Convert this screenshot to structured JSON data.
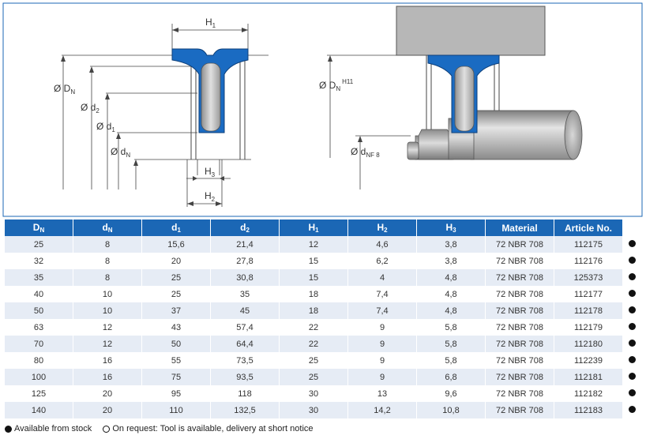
{
  "dimension_labels": {
    "H1": {
      "main": "H",
      "sub": "1"
    },
    "H2": {
      "main": "H",
      "sub": "2"
    },
    "H3": {
      "main": "H",
      "sub": "3"
    },
    "DN": {
      "main": "Ø D",
      "sub": "N"
    },
    "d2": {
      "main": "Ø d",
      "sub": "2"
    },
    "d1": {
      "main": "Ø d",
      "sub": "1"
    },
    "dN": {
      "main": "Ø d",
      "sub": "N"
    },
    "DN_H11": {
      "main": "Ø D",
      "sub": "N",
      "sup": "H11"
    },
    "dNF8": {
      "main": "Ø d",
      "sub": "NF 8"
    }
  },
  "table": {
    "headers": [
      {
        "main": "D",
        "sub": "N"
      },
      {
        "main": "d",
        "sub": "N"
      },
      {
        "main": "d",
        "sub": "1"
      },
      {
        "main": "d",
        "sub": "2"
      },
      {
        "main": "H",
        "sub": "1"
      },
      {
        "main": "H",
        "sub": "2"
      },
      {
        "main": "H",
        "sub": "3"
      },
      {
        "main": "Material",
        "sub": ""
      },
      {
        "main": "Article No.",
        "sub": ""
      }
    ],
    "rows": [
      [
        "25",
        "8",
        "15,6",
        "21,4",
        "12",
        "4,6",
        "3,8",
        "72 NBR 708",
        "112175"
      ],
      [
        "32",
        "8",
        "20",
        "27,8",
        "15",
        "6,2",
        "3,8",
        "72 NBR 708",
        "112176"
      ],
      [
        "35",
        "8",
        "25",
        "30,8",
        "15",
        "4",
        "4,8",
        "72 NBR 708",
        "125373"
      ],
      [
        "40",
        "10",
        "25",
        "35",
        "18",
        "7,4",
        "4,8",
        "72 NBR 708",
        "112177"
      ],
      [
        "50",
        "10",
        "37",
        "45",
        "18",
        "7,4",
        "4,8",
        "72 NBR 708",
        "112178"
      ],
      [
        "63",
        "12",
        "43",
        "57,4",
        "22",
        "9",
        "5,8",
        "72 NBR 708",
        "112179"
      ],
      [
        "70",
        "12",
        "50",
        "64,4",
        "22",
        "9",
        "5,8",
        "72 NBR 708",
        "112180"
      ],
      [
        "80",
        "16",
        "55",
        "73,5",
        "25",
        "9",
        "5,8",
        "72 NBR 708",
        "112239"
      ],
      [
        "100",
        "16",
        "75",
        "93,5",
        "25",
        "9",
        "6,8",
        "72 NBR 708",
        "112181"
      ],
      [
        "125",
        "20",
        "95",
        "118",
        "30",
        "13",
        "9,6",
        "72 NBR 708",
        "112182"
      ],
      [
        "140",
        "20",
        "110",
        "132,5",
        "30",
        "14,2",
        "10,8",
        "72 NBR 708",
        "112183"
      ]
    ],
    "availability": [
      "stock",
      "stock",
      "stock",
      "stock",
      "stock",
      "stock",
      "stock",
      "stock",
      "stock",
      "stock",
      "stock"
    ]
  },
  "legend": {
    "stock": "Available from stock",
    "request": "On request: Tool is available, delivery at short notice"
  },
  "colors": {
    "header_blue": "#1b67b5",
    "seal_blue": "#1a6bc2",
    "row_alt": "#e6ecf5",
    "border": "#1b67b5"
  }
}
